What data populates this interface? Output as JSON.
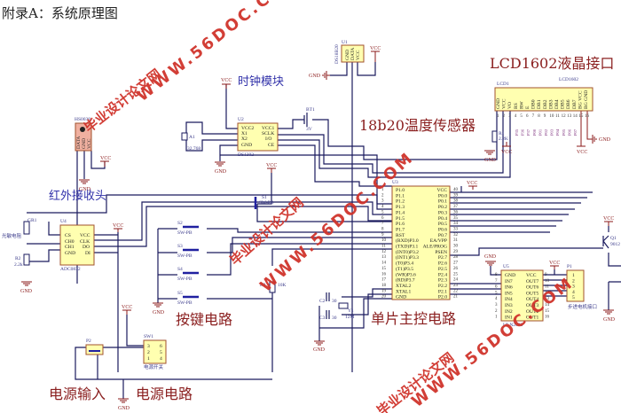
{
  "title": "附录A：系统原理图",
  "sections": {
    "clock": "时钟模块",
    "lcd": "LCD1602液晶接口",
    "temp": "18b20温度传感器",
    "ir": "红外接收头",
    "keys": "按键电路",
    "mcu": "单片主控电路",
    "power_input": "电源输入",
    "power_circuit": "电源电路"
  },
  "watermark": {
    "url": "WWW.56DOC.COM",
    "cn": "毕业设计论文网",
    "color": "#d0342c"
  },
  "power": {
    "vcc": "VCC",
    "gnd": "GND"
  },
  "u1": {
    "ref": "U1",
    "part": "DS18B20",
    "pins": [
      "GND",
      "DATA",
      "VCC"
    ]
  },
  "lcd1": {
    "ref": "LCD1",
    "part": "LCD1602",
    "pins": [
      "GND",
      "VCC",
      "VO",
      "RS",
      "RW",
      "E",
      "DB0",
      "DB1",
      "DB2",
      "DB3",
      "DB4",
      "DB5",
      "DB6",
      "DB7",
      "BG VCC",
      "BG GND"
    ],
    "nets": [
      "P35",
      "P36",
      "P37",
      "P00",
      "P01",
      "P02",
      "P03",
      "P04",
      "P05",
      "P06",
      "P07"
    ]
  },
  "r1": {
    "ref": "R1",
    "value": "2.2K"
  },
  "u2": {
    "ref": "U2",
    "part": "DS1302",
    "left": [
      "VCC2",
      "X1",
      "X2",
      "GND"
    ],
    "right": [
      "VCC1",
      "SCLK",
      "I/O",
      "CE"
    ]
  },
  "a1": {
    "ref": "A1",
    "value": "32.768"
  },
  "bt1": {
    "ref": "BT1",
    "value": "3V"
  },
  "ir": {
    "ref": "HS0038",
    "pins": [
      "DATA",
      "GND",
      "VCC"
    ]
  },
  "s1": {
    "ref": "S1",
    "part": "SW-PB"
  },
  "ldr": {
    "ref": "GR1",
    "label": "光敏电阻"
  },
  "r2": {
    "ref": "R2",
    "value": "2.2k"
  },
  "u4": {
    "ref": "U4",
    "part": "ADC0832",
    "left": [
      "CS",
      "CH0",
      "CH1",
      "GND"
    ],
    "right": [
      "VCC",
      "CLK",
      "DO",
      "DI"
    ]
  },
  "switches": [
    {
      "ref": "S2",
      "part": "SW-PB"
    },
    {
      "ref": "S3",
      "part": "SW-PB"
    },
    {
      "ref": "S4",
      "part": "SW-PB"
    },
    {
      "ref": "S5",
      "part": "SW-PB"
    }
  ],
  "r3": {
    "ref": "R3",
    "value": "10K"
  },
  "sw1": {
    "ref": "SW1",
    "label": "电源开关",
    "pins": [
      "3",
      "2",
      "1",
      "6",
      "5",
      "4"
    ]
  },
  "p2": {
    "ref": "P2"
  },
  "u3": {
    "ref": "U3",
    "left": [
      "P1.0",
      "P1.1",
      "P1.2",
      "P1.3",
      "P1.4",
      "P1.5",
      "P1.6",
      "P1.7",
      "RST",
      "(RXD)P3.0",
      "(TXD)P3.1",
      "(INT0)P3.2",
      "(INT1)P3.3",
      "(T0)P3.4",
      "(T1)P3.5",
      "(WR)P3.6",
      "(RD)P3.7",
      "XTAL2",
      "XTAL1",
      "GND"
    ],
    "right": [
      "VCC",
      "P0.0",
      "P0.1",
      "P0.2",
      "P0.3",
      "P0.4",
      "P0.5",
      "P0.6",
      "P0.7",
      "EA/VPP",
      "ALE/PROG",
      "PSEN",
      "P2.7",
      "P2.6",
      "P2.5",
      "P2.4",
      "P2.3",
      "P2.2",
      "P2.1",
      "P2.0"
    ]
  },
  "c2": {
    "ref": "C2",
    "value": "30"
  },
  "c3": {
    "ref": "C3",
    "value": "30"
  },
  "y1": {
    "ref": "Y1",
    "value": "12M"
  },
  "u5": {
    "ref": "U5",
    "part": "ULN2003",
    "left": [
      "GND",
      "IN7",
      "IN6",
      "IN5",
      "IN4",
      "IN3",
      "IN2",
      "IN1"
    ],
    "right": [
      "VCC",
      "OUT7",
      "OUT6",
      "OUT5",
      "OUT4",
      "OUT3",
      "OUT2",
      "OUT1"
    ]
  },
  "p1": {
    "ref": "P1",
    "label": "步进电机接口",
    "pins": [
      "1",
      "2",
      "3",
      "4",
      "5"
    ]
  },
  "q1": {
    "ref": "Q1",
    "part": "9012"
  }
}
